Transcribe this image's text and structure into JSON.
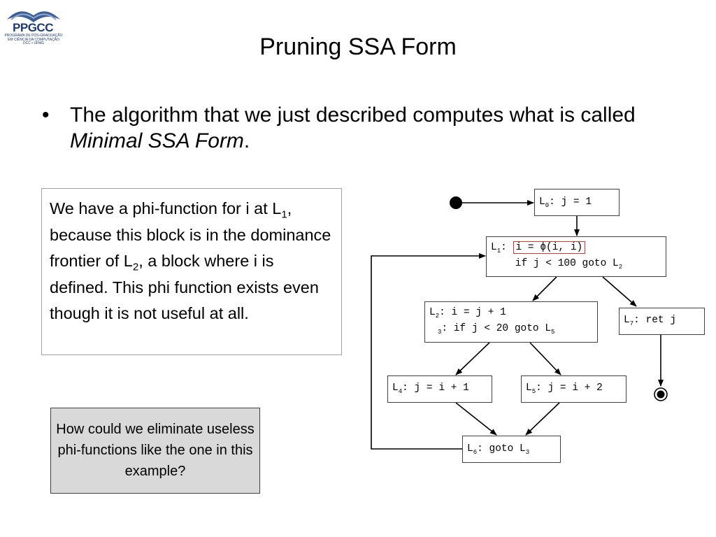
{
  "logo": {
    "name": "PPGCC",
    "subtitle": "PROGRAMA DE PÓS-GRADUAÇÃO EM CIÊNCIA DA COMPUTAÇÃO DCC • UFMG"
  },
  "slide": {
    "title": "Pruning SSA Form",
    "bullet": {
      "marker": "•",
      "before": "The algorithm that we just described computes what is called ",
      "emphasis": "Minimal SSA Form",
      "after": "."
    },
    "explanation": {
      "part1": "We have a phi-function for i at L",
      "sub1": "1",
      "part2": ", because this block is in the dominance frontier of L",
      "sub2": "2",
      "part3": ", a block where i is defined. This phi function exists even though it is not useful at all."
    },
    "question": "How could we eliminate useless phi-functions like the one in this example?"
  },
  "cfg": {
    "L0": {
      "label": "L",
      "sub": "0",
      "code": ": j = 1"
    },
    "L1": {
      "label": "L",
      "sub": "1",
      "sep": ": ",
      "phi": "i = ϕ(i, i)",
      "line2": "    if j < 100 goto L",
      "line2_sub": "2"
    },
    "L2": {
      "label": "L",
      "sub": "2",
      "code": ": i = j + 1",
      "line2_sub": "3",
      "line2": ": if j < 20 goto L",
      "line2_target_sub": "5"
    },
    "L4": {
      "label": "L",
      "sub": "4",
      "code": ": j = i + 1"
    },
    "L5": {
      "label": "L",
      "sub": "5",
      "code": ": j = i + 2"
    },
    "L6": {
      "label": "L",
      "sub": "6",
      "code": ": goto L",
      "target_sub": "3"
    },
    "L7": {
      "label": "L",
      "sub": "7",
      "code": ": ret j"
    }
  }
}
